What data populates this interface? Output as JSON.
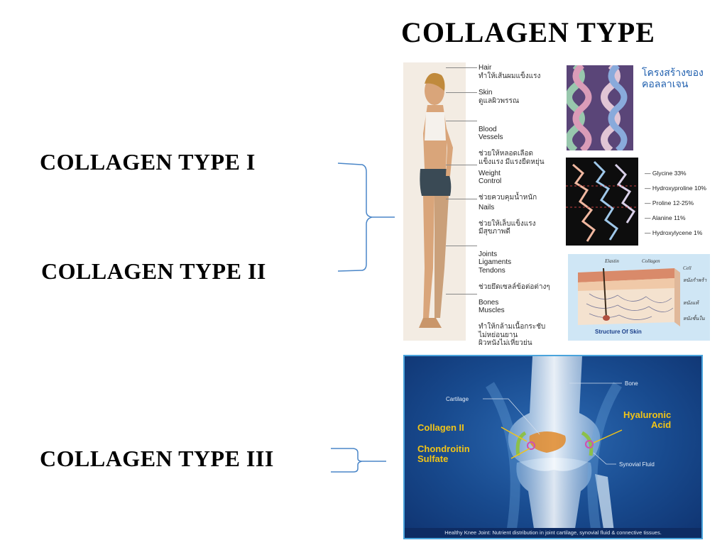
{
  "title": "COLLAGEN  TYPE",
  "types": [
    {
      "label": "COLLAGEN  TYPE  I"
    },
    {
      "label": "COLLAGEN  TYPE  II"
    },
    {
      "label": "COLLAGEN  TYPE III"
    }
  ],
  "body_figure": {
    "callouts": [
      {
        "en": "Hair",
        "th": "ทำให้เส้นผมแข็งแรง"
      },
      {
        "en": "Skin",
        "th": "ดูแลผิวพรรณ"
      },
      {
        "en": "Blood\nVessels",
        "th": "ช่วยให้หลอดเลือด\nแข็งแรง มีแรงยืดหยุ่น"
      },
      {
        "en": "Weight\nControl",
        "th": "ช่วยควบคุมน้ำหนัก"
      },
      {
        "en": "Nails",
        "th": "ช่วยให้เล็บแข็งแรง\nมีสุขภาพดี"
      },
      {
        "en": "Joints\nLigaments\nTendons",
        "th": "ช่วยยึดเซลล์ข้อต่อต่างๆ"
      },
      {
        "en": "Bones\nMuscles",
        "th": "ทำให้กล้ามเนื้อกระชับ\nไม่หย่อนยาน\nผิวหนังไม่เหี่ยวย่น"
      }
    ],
    "structure_heading": "โครงสร้างของ\nคอลลาเจน",
    "composition": [
      {
        "name": "Glycine",
        "value": "33%"
      },
      {
        "name": "Hydroxyproline",
        "value": "10%"
      },
      {
        "name": "Proline",
        "value": "12-25%"
      },
      {
        "name": "Alanine",
        "value": "11%"
      },
      {
        "name": "Hydroxylycene",
        "value": "1%"
      }
    ],
    "skin_diagram": {
      "caption": "Structure Of Skin",
      "labels": [
        "Elastin",
        "Collagen",
        "Cell",
        "หนังกำพร้า",
        "หนังแท้",
        "หนังชั้นใน"
      ]
    }
  },
  "knee": {
    "bone_label": "Bone",
    "cartilage_label": "Cartilage",
    "collagen_label": "Collagen II",
    "chondroitin_label": "Chondroitin\nSulfate",
    "hyaluronic_label": "Hyaluronic\nAcid",
    "synovial_label": "Synovial Fluid",
    "caption": "Healthy Knee Joint: Nutrient distribution in joint cartilage, synovial fluid & connective tissues."
  },
  "colors": {
    "brace": "#4a86c8",
    "knee_highlight": "#f2c417",
    "helix_heading": "#1f5fae"
  }
}
